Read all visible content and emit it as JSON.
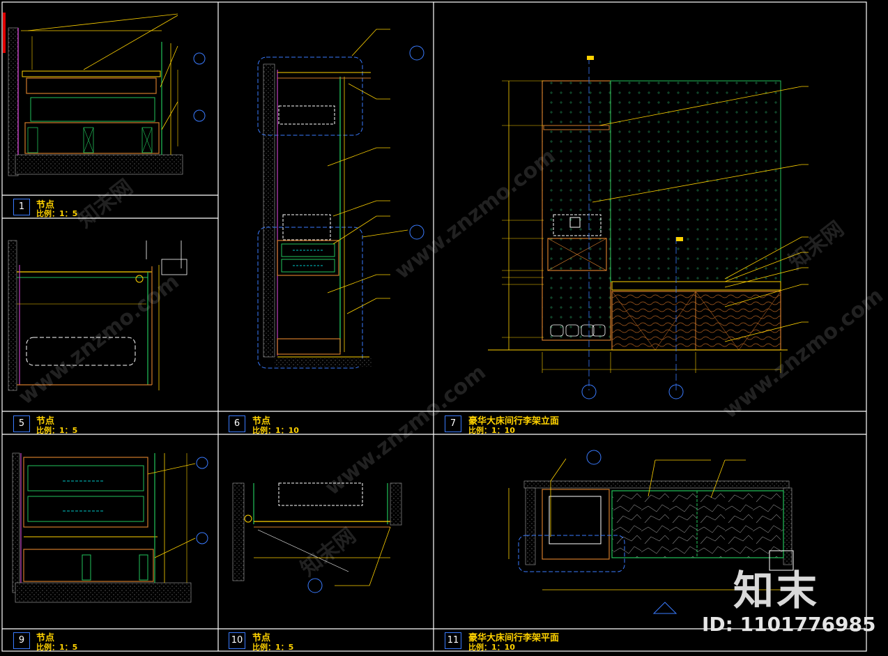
{
  "panels": [
    {
      "number": "1",
      "title": "节点",
      "scale": "比例：1：5"
    },
    {
      "number": "5",
      "title": "节点",
      "scale": "比例：1：5"
    },
    {
      "number": "6",
      "title": "节点",
      "scale": "比例：1：10"
    },
    {
      "number": "7",
      "title": "豪华大床间行李架立面",
      "scale": "比例：1：10"
    },
    {
      "number": "9",
      "title": "节点",
      "scale": "比例：1：5"
    },
    {
      "number": "10",
      "title": "节点",
      "scale": "比例：1：5"
    },
    {
      "number": "11",
      "title": "豪华大床间行李架平面",
      "scale": "比例：1：10"
    }
  ],
  "watermark": {
    "site": "www.znzmo.com",
    "brand": "知末网",
    "logo": "知末",
    "id_label": "ID: 1101776985"
  },
  "colors": {
    "background": "#000000",
    "frame": "#ffffff",
    "title_text": "#ffd200",
    "number_box": "#3a7bff",
    "green_line": "#22c35b",
    "yellow_line": "#ffd200",
    "orange_line": "#d07a2a",
    "cyan_line": "#00c8c8",
    "blue_line": "#3a7bff",
    "magenta_line": "#c040c0"
  }
}
